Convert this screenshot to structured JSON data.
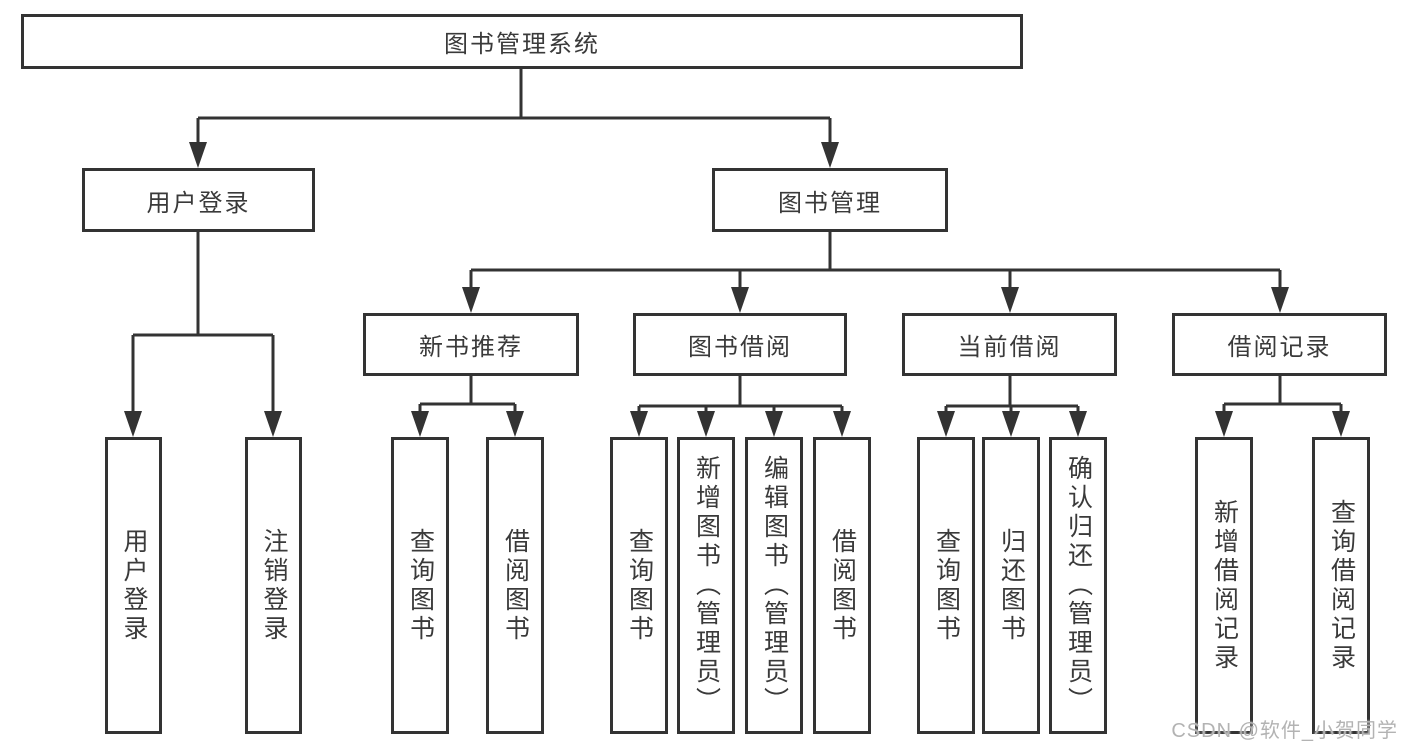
{
  "diagram": {
    "root": {
      "label": "图书管理系统"
    },
    "branches": [
      {
        "label": "用户登录",
        "children": [
          {
            "label": "用户登录"
          },
          {
            "label": "注销登录"
          }
        ]
      },
      {
        "label": "图书管理",
        "children": [
          {
            "label": "新书推荐",
            "children": [
              {
                "label": "查询图书"
              },
              {
                "label": "借阅图书"
              }
            ]
          },
          {
            "label": "图书借阅",
            "children": [
              {
                "label": "查询图书"
              },
              {
                "label": "新增图书（管理员）"
              },
              {
                "label": "编辑图书（管理员）"
              },
              {
                "label": "借阅图书"
              }
            ]
          },
          {
            "label": "当前借阅",
            "children": [
              {
                "label": "查询图书"
              },
              {
                "label": "归还图书"
              },
              {
                "label": "确认归还（管理员）"
              }
            ]
          },
          {
            "label": "借阅记录",
            "children": [
              {
                "label": "新增借阅记录"
              },
              {
                "label": "查询借阅记录"
              }
            ]
          }
        ]
      }
    ]
  },
  "watermark": {
    "text": "CSDN @软件_小贺同学"
  },
  "colors": {
    "line": "#333333",
    "text": "#3a3a3a",
    "background": "#ffffff",
    "watermark": "#b3b3b3"
  }
}
